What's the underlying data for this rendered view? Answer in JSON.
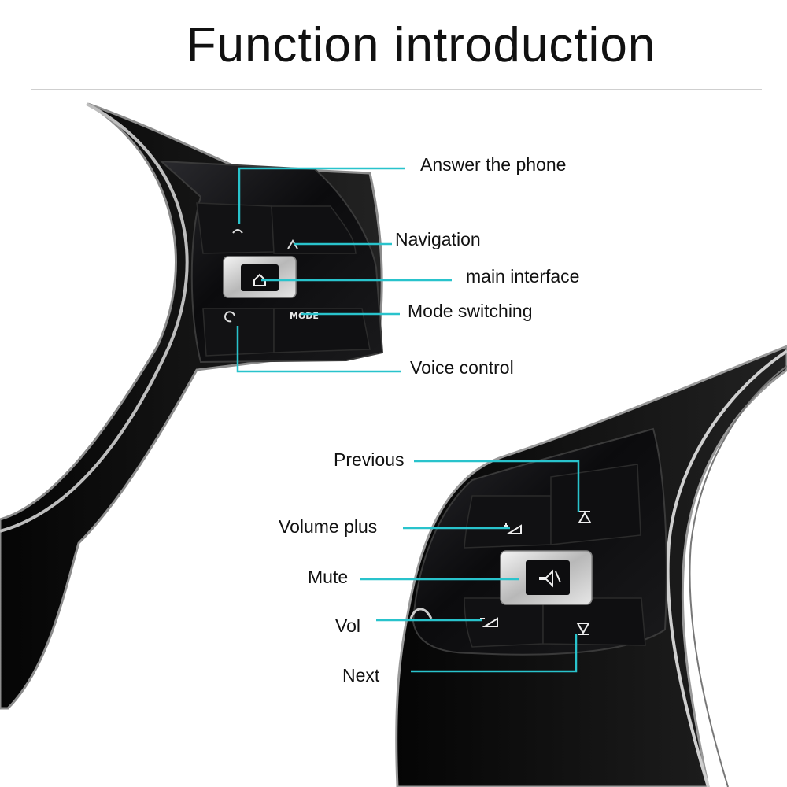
{
  "title": "Function introduction",
  "colors": {
    "callout": "#29c3cc",
    "panel": "#0d0d0f",
    "rim": "#9a9a9a",
    "text": "#111111"
  },
  "upper_panel": {
    "labels": {
      "answer": "Answer the phone",
      "navigation": "Navigation",
      "main": "main interface",
      "mode": "Mode switching",
      "voice": "Voice control"
    },
    "mode_text": "MODE",
    "icons": [
      "phone-icon",
      "navigation-arrow-icon",
      "home-icon",
      "voice-icon"
    ]
  },
  "lower_panel": {
    "labels": {
      "previous": "Previous",
      "volume_plus": "Volume plus",
      "mute": "Mute",
      "vol": "Vol",
      "next": "Next"
    },
    "icons": [
      "previous-track-icon",
      "volume-plus-icon",
      "mute-icon",
      "volume-minus-icon",
      "next-track-icon"
    ]
  }
}
